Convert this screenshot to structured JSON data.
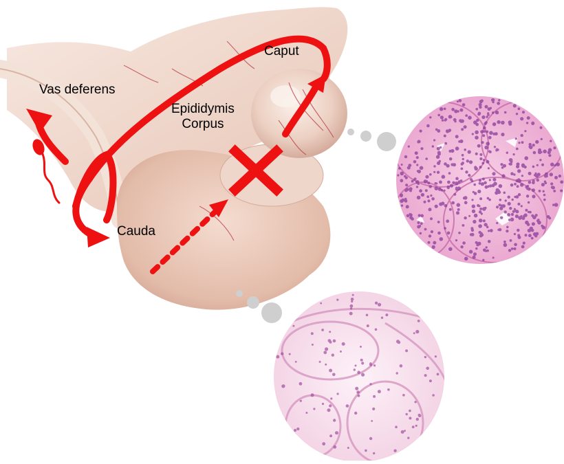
{
  "labels": {
    "caput": "Caput",
    "vas_deferens": "Vas deferens",
    "epididymis": "Epididymis",
    "corpus": "Corpus",
    "cauda": "Cauda"
  },
  "colors": {
    "arrow": "#ee1111",
    "tissue_light": "#f6e3da",
    "tissue_mid": "#e6c3b4",
    "tissue_dark": "#c9998a",
    "vessel": "#b8404a",
    "he_pink": "#f2bfdc",
    "he_nuclei": "#8a3d9a",
    "connector_dot": "#cfcfcf"
  },
  "icons": [
    "sperm-icon",
    "blocked-x-icon"
  ]
}
